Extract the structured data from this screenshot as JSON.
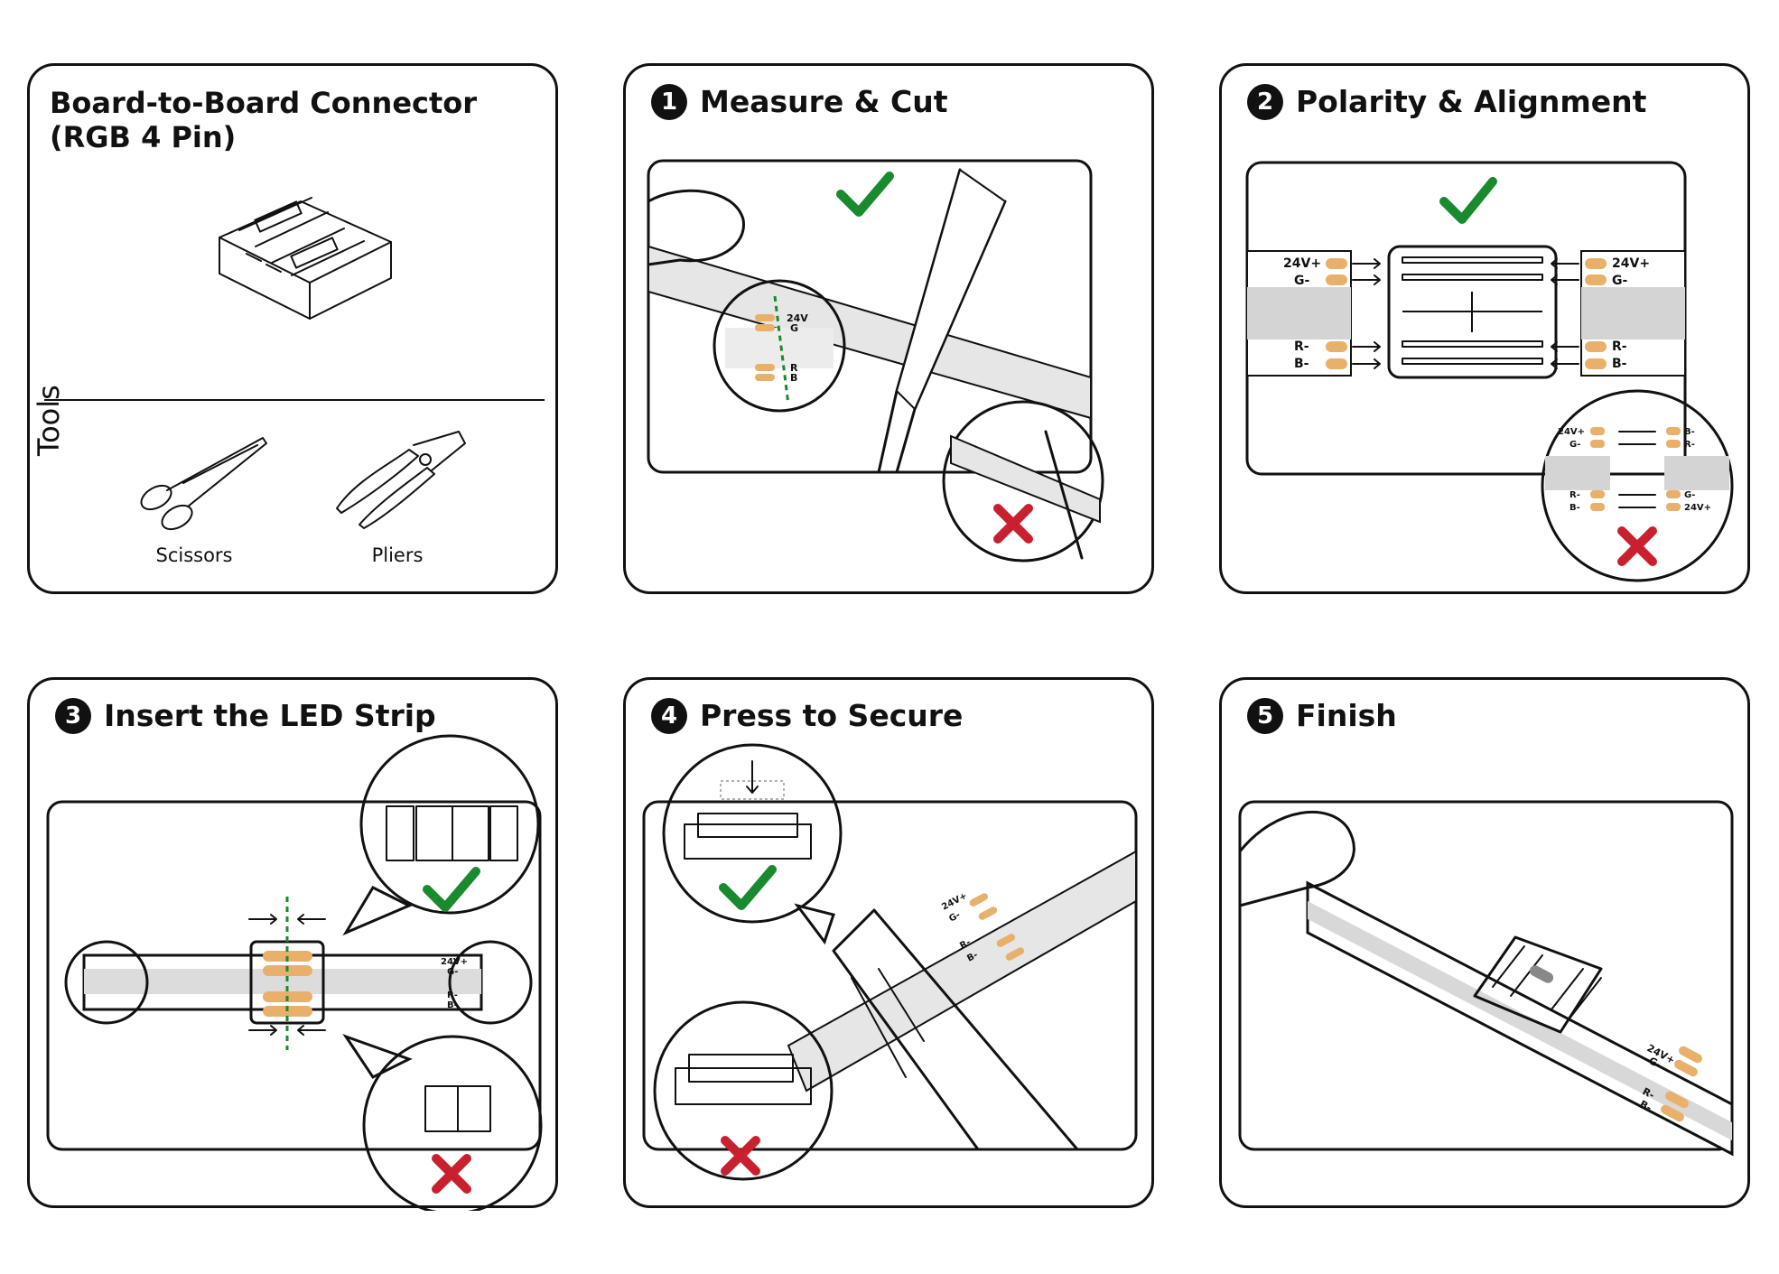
{
  "colors": {
    "check": "#1a8a2e",
    "cross": "#c8202e",
    "pad": "#e8b06a",
    "strip": "#dcdcdc"
  },
  "intro": {
    "title_line1": "Board-to-Board Connector",
    "title_line2": "(RGB 4 Pin)",
    "tools_label": "Tools",
    "tools": [
      "Scissors",
      "Pliers"
    ]
  },
  "steps": [
    {
      "num": "1",
      "title": "Measure & Cut",
      "pad_labels": [
        "24V",
        "G",
        "R",
        "B"
      ]
    },
    {
      "num": "2",
      "title": "Polarity & Alignment",
      "pad_labels": [
        "24V+",
        "G-",
        "R-",
        "B-"
      ],
      "flipped_labels": [
        "B-",
        "R-",
        "G-",
        "24V+"
      ]
    },
    {
      "num": "3",
      "title": "Insert the LED Strip",
      "pad_labels": [
        "24V+",
        "G-",
        "R-",
        "B-"
      ]
    },
    {
      "num": "4",
      "title": "Press to Secure",
      "pad_labels": [
        "24V+",
        "G-",
        "R-",
        "B-"
      ]
    },
    {
      "num": "5",
      "title": "Finish",
      "pad_labels": [
        "24V+",
        "G-",
        "R-",
        "B-"
      ]
    }
  ]
}
